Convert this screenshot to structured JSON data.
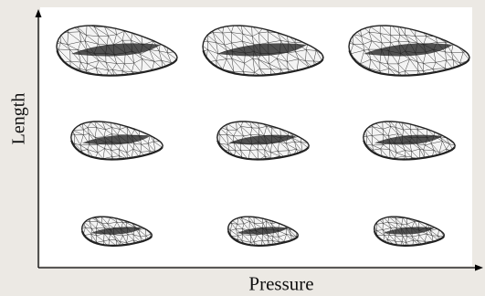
{
  "axes": {
    "x_label": "Pressure",
    "y_label": "Length"
  },
  "grid": {
    "rows": 3,
    "cols": 3,
    "row_sizes": [
      "large",
      "medium",
      "small"
    ]
  },
  "colors": {
    "background": "#ece9e4",
    "panel": "#ffffff",
    "mesh": "#222222",
    "axis": "#000000"
  }
}
